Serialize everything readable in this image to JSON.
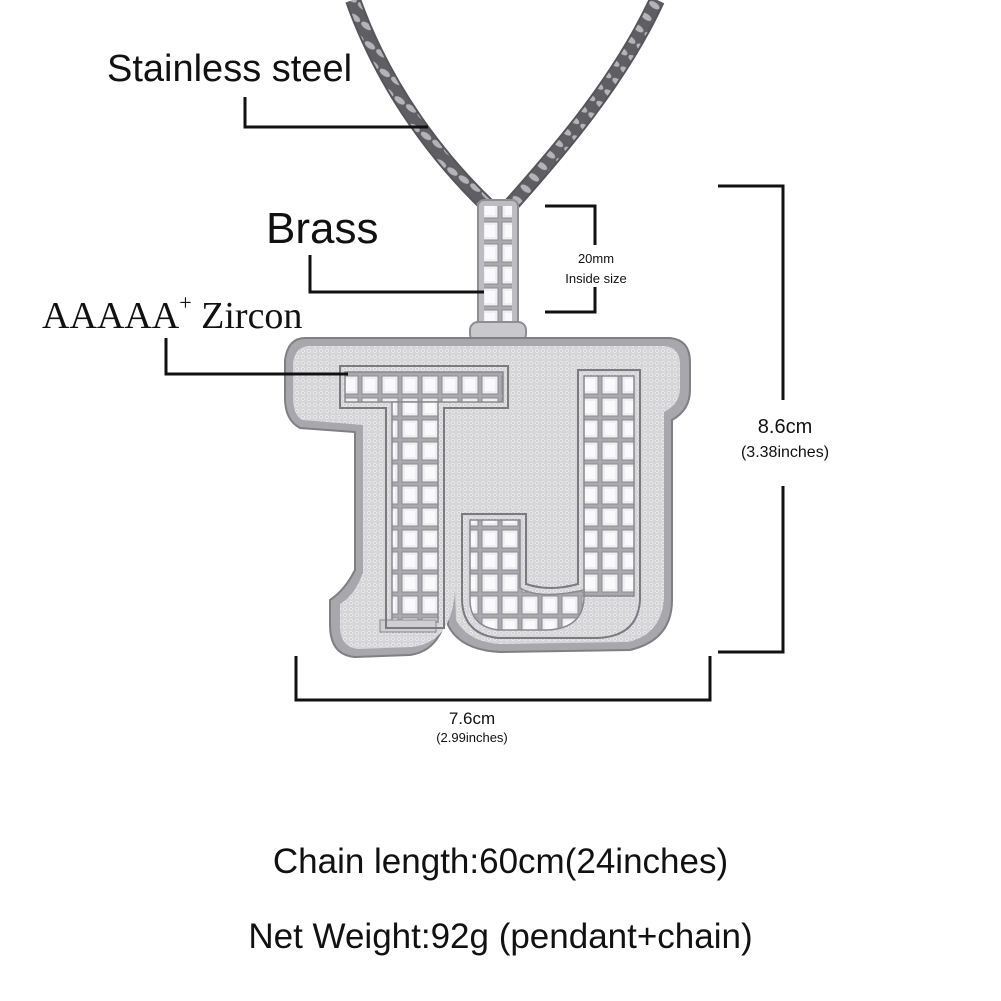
{
  "labels": {
    "chain_material": "Stainless steel",
    "bail_material": "Brass",
    "stone_main": "AAAAA",
    "stone_sup": "+",
    "stone_suffix": " Zircon"
  },
  "dimensions": {
    "bail_value": "20mm",
    "bail_note": "Inside size",
    "height_cm": "8.6cm",
    "height_in": "(3.38inches)",
    "width_cm": "7.6cm",
    "width_in": "(2.99inches)"
  },
  "specs": {
    "chain_length": "Chain length:60cm(24inches)",
    "net_weight": "Net Weight:92g (pendant+chain)"
  },
  "pendant": {
    "letters": "TJ"
  },
  "colors": {
    "metal": "#c9c9cb",
    "metal_dark": "#8e8e92",
    "chain": "#6e6e72",
    "stone": "#ececef",
    "line": "#111111"
  }
}
